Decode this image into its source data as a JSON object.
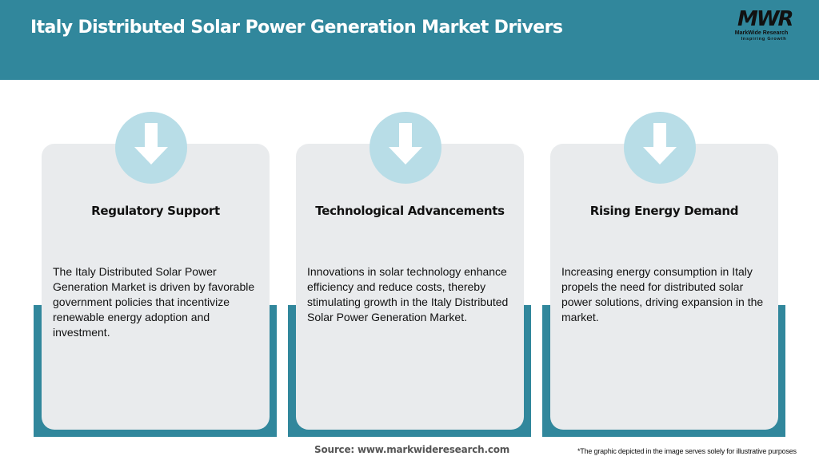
{
  "header": {
    "title": "Italy Distributed Solar Power Generation Market Drivers",
    "background_color": "#31879c"
  },
  "logo": {
    "mark": "MWR",
    "name": "MarkWide Research",
    "tagline": "Inspiring Growth"
  },
  "cards": [
    {
      "icon": "down-arrow-icon",
      "title": "Regulatory Support",
      "text": "The Italy Distributed Solar Power Generation Market is driven by favorable government policies that incentivize renewable energy adoption and investment."
    },
    {
      "icon": "down-arrow-icon",
      "title": "Technological Advancements",
      "text": "Innovations in solar technology enhance efficiency and reduce costs, thereby stimulating growth in the Italy Distributed Solar Power Generation Market."
    },
    {
      "icon": "down-arrow-icon",
      "title": "Rising Energy Demand",
      "text": "Increasing energy consumption in Italy propels the need for distributed solar power solutions, driving expansion in the market."
    }
  ],
  "footer": {
    "source": "Source: www.markwideresearch.com",
    "disclaimer": "*The graphic depicted in the image serves solely for illustrative purposes"
  },
  "colors": {
    "teal": "#31879c",
    "card": "#e9ebed",
    "circle": "#b8dde7"
  }
}
